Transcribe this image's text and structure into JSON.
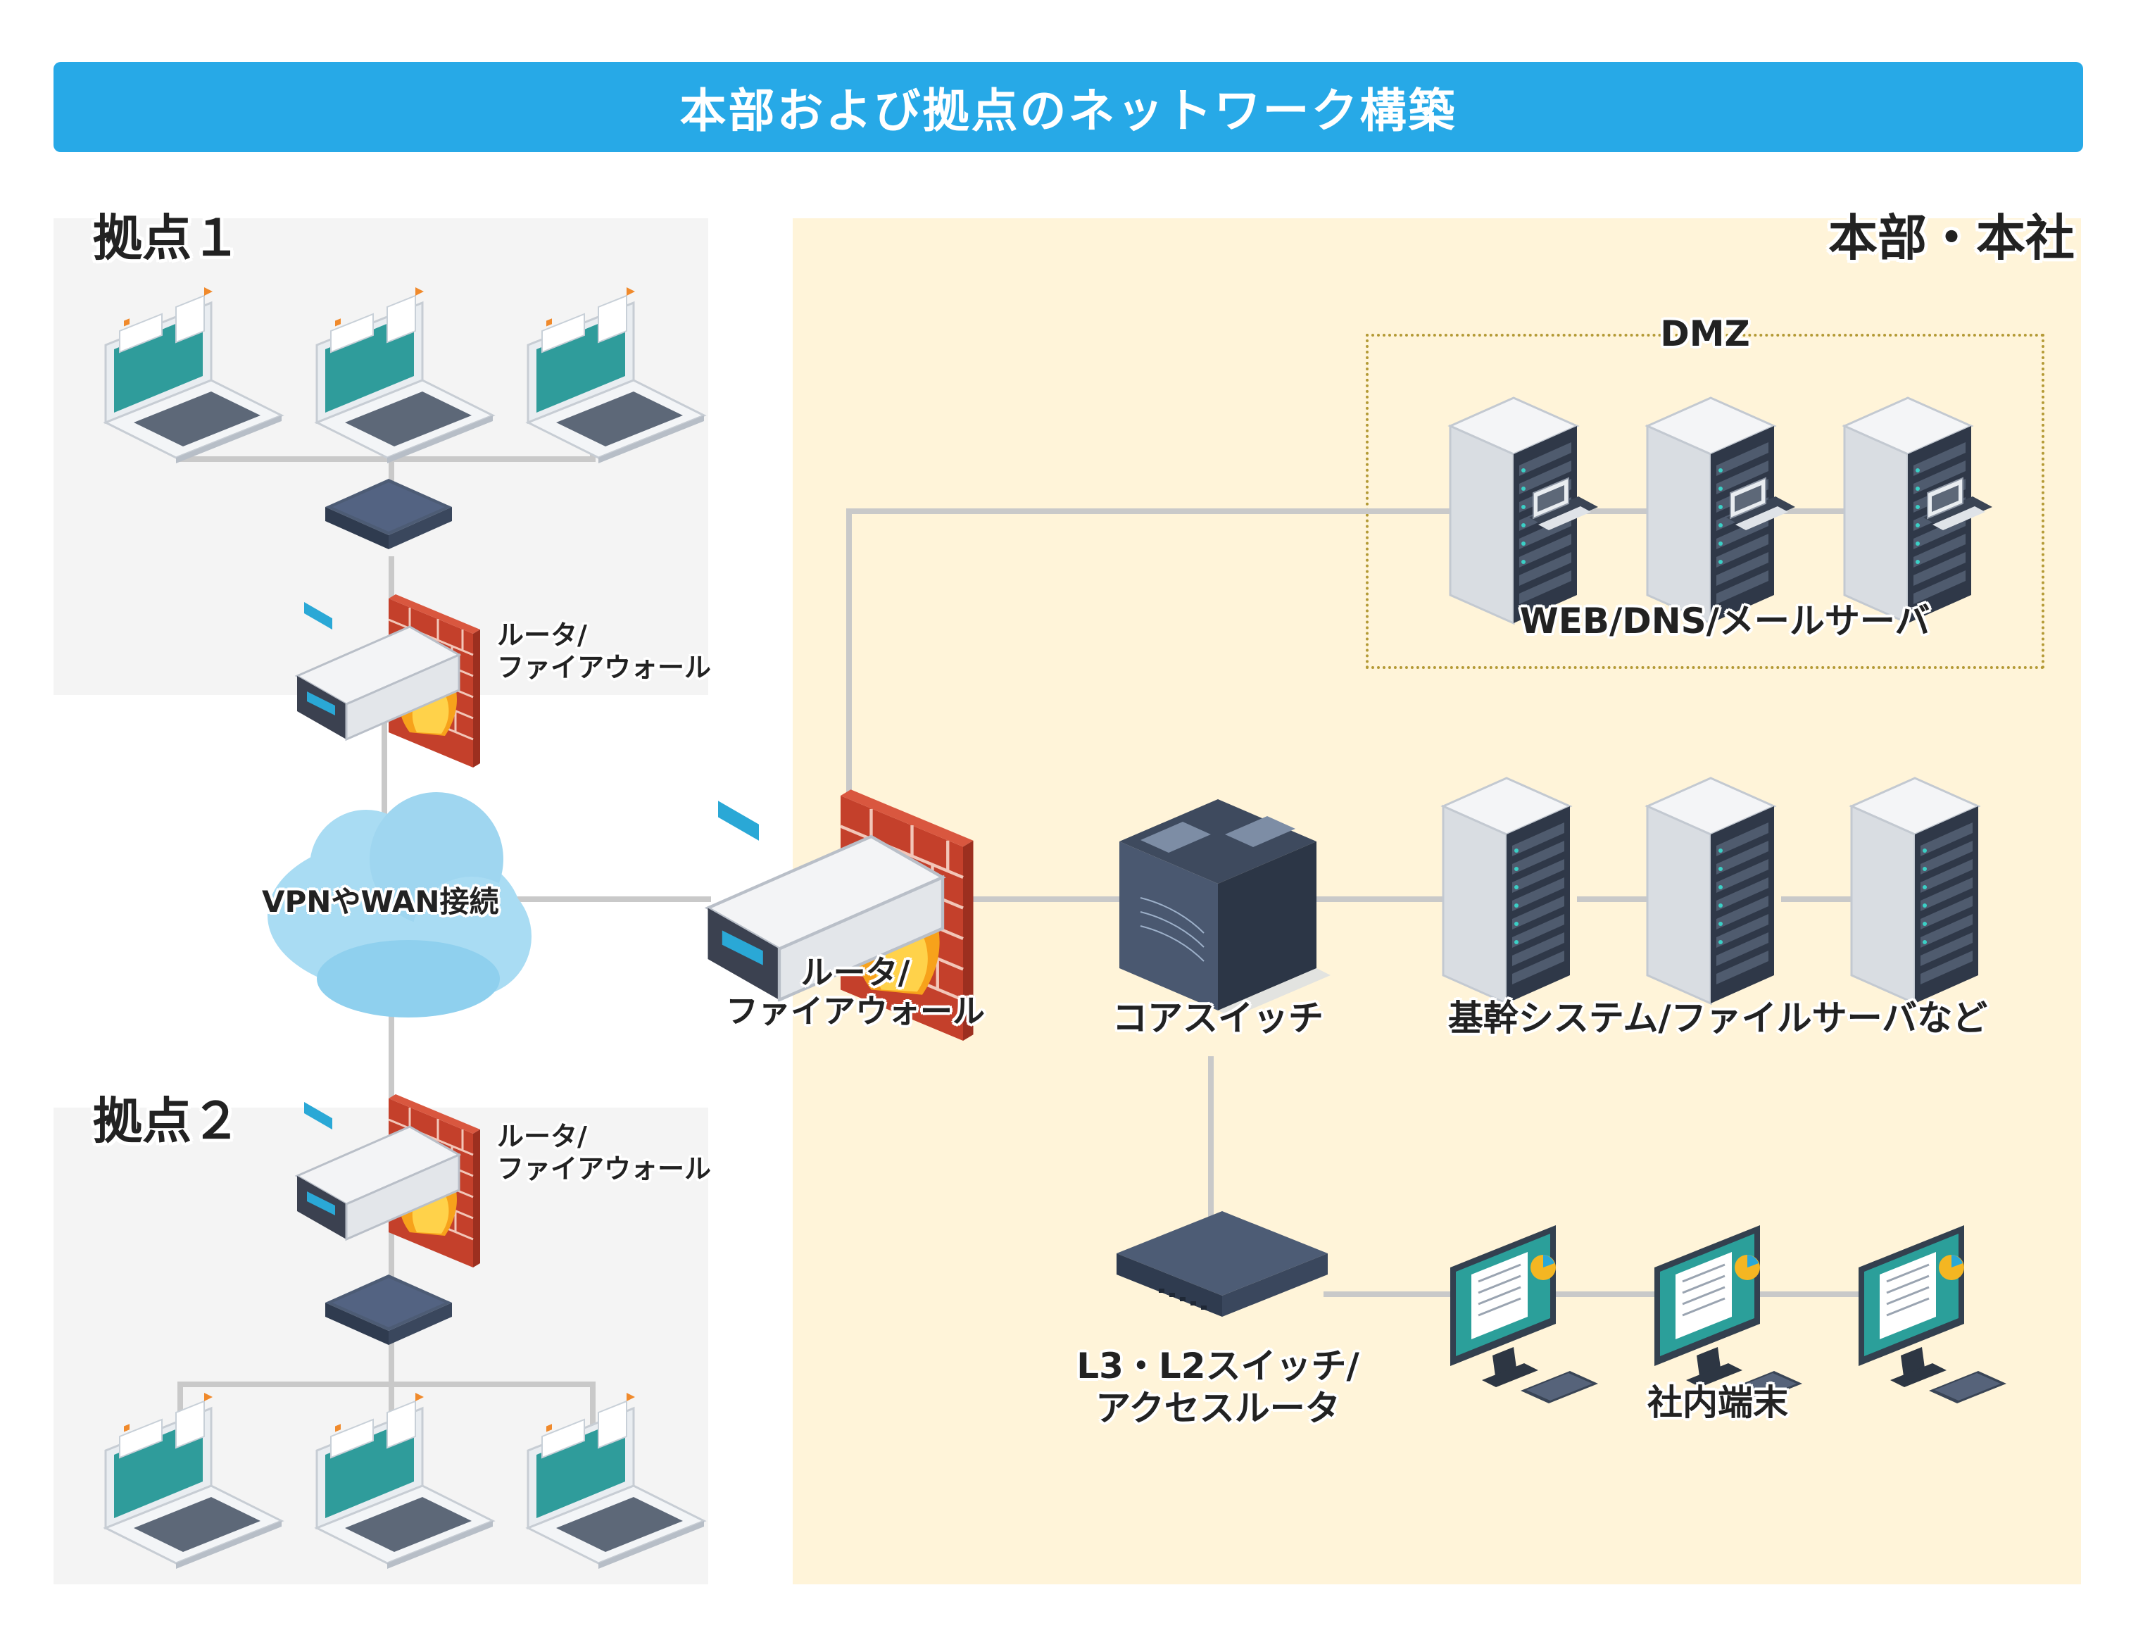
{
  "title": "本部および拠点のネットワーク構築",
  "zones": {
    "site1": "拠点１",
    "site2": "拠点２",
    "hq": "本部・本社",
    "dmz": "DMZ"
  },
  "labels": {
    "site1_router": [
      "ルータ/",
      "ファイアウォール"
    ],
    "site2_router": [
      "ルータ/",
      "ファイアウォール"
    ],
    "vpn": "VPNやWAN接続",
    "hq_router": [
      "ルータ/",
      "ファイアウォール"
    ],
    "core_switch": "コアスイッチ",
    "dmz_servers": "WEB/DNS/メールサーバ",
    "core_servers": "基幹システム/ファイルサーバなど",
    "l3_switch": [
      "L3・L2スイッチ/",
      "アクセスルータ"
    ],
    "terminals": "社内端末"
  },
  "colors": {
    "title_bar": "#27a9e7",
    "site_bg": "#f4f4f4",
    "hq_bg": "#fff4d9",
    "dmz_border": "#b49a36",
    "link": "#c9c9c9",
    "device_dark": "#3e4a5e",
    "firewall_brick": "#c4402b",
    "cloud": "#a9dcf3"
  }
}
